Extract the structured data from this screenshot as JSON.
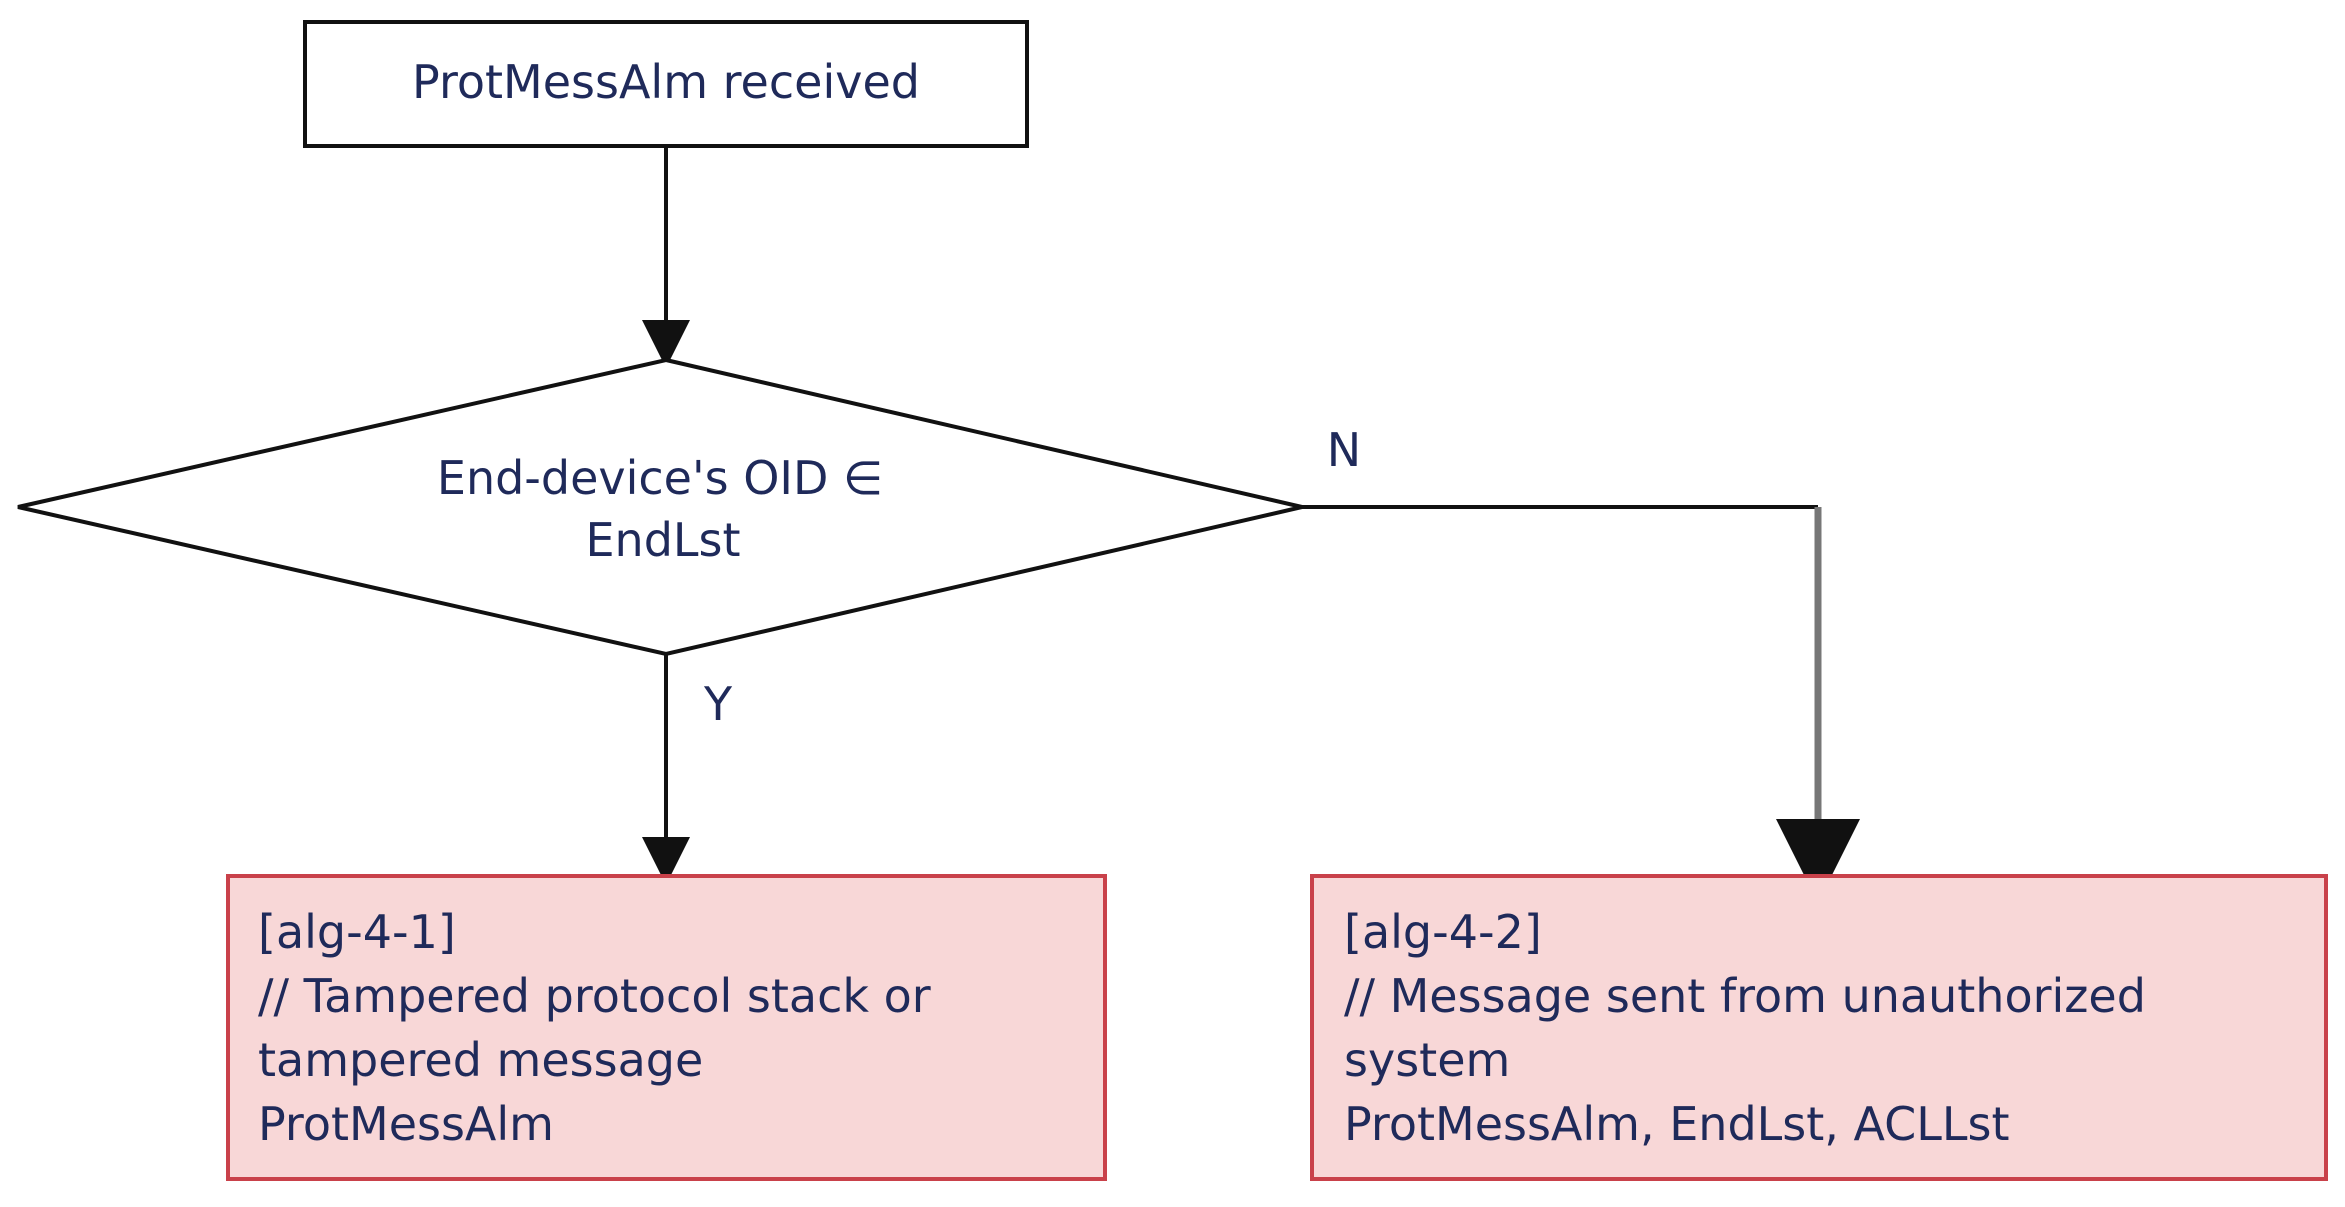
{
  "start_box": {
    "text": "ProtMessAlm received"
  },
  "decision": {
    "line1": "End-device's OID ∈",
    "line2": "EndLst"
  },
  "branches": {
    "no_label": "N",
    "yes_label": "Y"
  },
  "left_box": {
    "lines": [
      "[alg-4-1]",
      "// Tampered protocol  stack or",
      "tampered message",
      "ProtMessAlm"
    ]
  },
  "right_box": {
    "lines": [
      "[alg-4-2]",
      "// Message sent from unauthorized",
      "system",
      "ProtMessAlm, EndLst,  ACLLst"
    ]
  },
  "colors": {
    "action_box_fill": "#f8d7d7",
    "action_box_border": "#c9414a",
    "stroke": "#111111",
    "text": "#1f2a5a"
  }
}
